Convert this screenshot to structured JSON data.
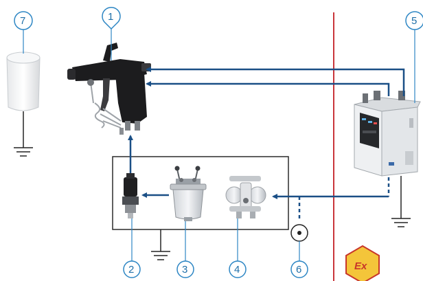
{
  "diagram": {
    "callouts": [
      {
        "id": "1",
        "label": "1"
      },
      {
        "id": "2",
        "label": "2"
      },
      {
        "id": "3",
        "label": "3"
      },
      {
        "id": "4",
        "label": "4"
      },
      {
        "id": "5",
        "label": "5"
      },
      {
        "id": "6",
        "label": "6"
      },
      {
        "id": "7",
        "label": "7"
      }
    ],
    "hazard_symbol": {
      "text": "Ex"
    },
    "colors": {
      "line": "#1a4f86",
      "callout": "#2d86c4",
      "zone_boundary": "#c9353a",
      "ground": "#222222",
      "hazard_fill": "#f4c53a"
    }
  }
}
